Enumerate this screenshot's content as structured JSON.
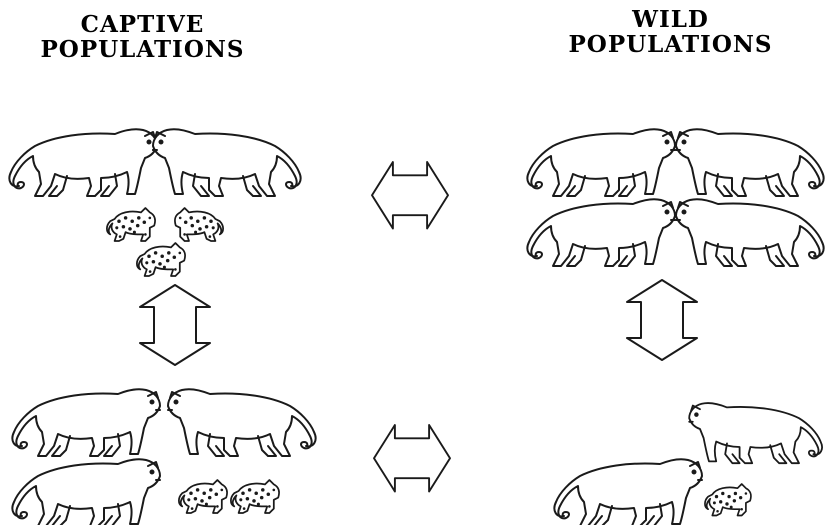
{
  "headings": {
    "captive": {
      "line1": "CAPTIVE",
      "line2": "POPULATIONS"
    },
    "wild": {
      "line1": "WILD",
      "line2": "POPULATIONS"
    }
  },
  "groups": {
    "captive_top": {
      "adults": 2,
      "cubs": 3
    },
    "captive_bottom": {
      "adults": 3,
      "cubs": 2
    },
    "wild_top": {
      "adults": 4,
      "cubs": 0
    },
    "wild_bottom": {
      "adults": 2,
      "cubs": 1
    }
  },
  "exchange_arrows": [
    {
      "between": "captive_top & wild_top",
      "direction": "bidirectional-horizontal"
    },
    {
      "between": "captive_bottom & wild_bottom",
      "direction": "bidirectional-horizontal"
    },
    {
      "between": "captive_top & captive_bottom",
      "direction": "bidirectional-vertical"
    },
    {
      "between": "wild_top & wild_bottom",
      "direction": "bidirectional-vertical"
    }
  ],
  "colors": {
    "ink": "#1a1a1a",
    "fill": "#ffffff"
  }
}
